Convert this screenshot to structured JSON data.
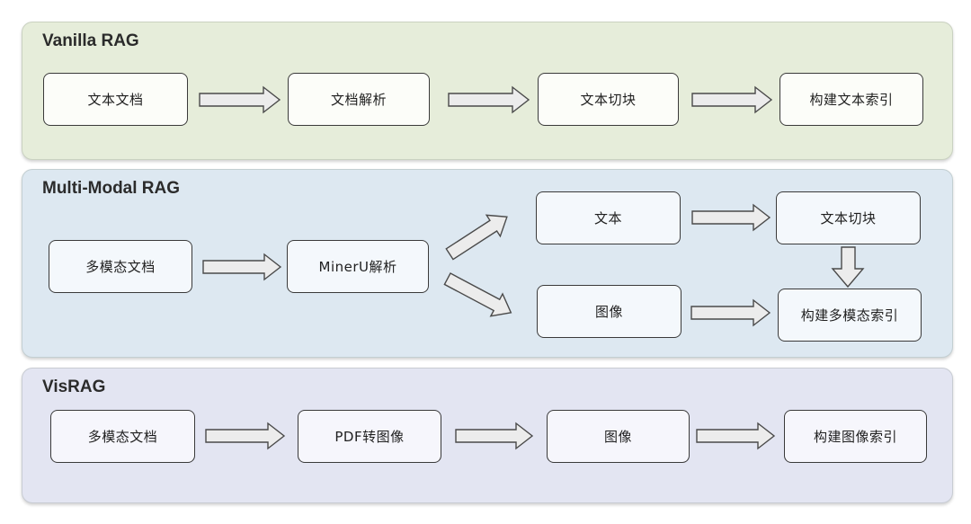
{
  "colors": {
    "vanilla_bg": "#e6edda",
    "multimodal_bg": "#dde8f1",
    "visrag_bg": "#e3e5f2",
    "node_bg_vanilla": "#fcfdf9",
    "node_bg_multimodal": "#f4f8fc",
    "node_bg_visrag": "#f6f6fc",
    "node_border": "#3a3a3a",
    "arrow_fill": "#ececec",
    "arrow_stroke": "#4a4a4a"
  },
  "panels": {
    "vanilla": {
      "title": "Vanilla RAG",
      "nodes": {
        "text_doc": "文本文档",
        "doc_parse": "文档解析",
        "text_chunk": "文本切块",
        "build_text_index": "构建文本索引"
      }
    },
    "multimodal": {
      "title": "Multi-Modal RAG",
      "nodes": {
        "mm_doc": "多模态文档",
        "mineru_parse": "MinerU解析",
        "text": "文本",
        "image": "图像",
        "text_chunk": "文本切块",
        "build_mm_index": "构建多模态索引"
      }
    },
    "visrag": {
      "title": "VisRAG",
      "nodes": {
        "mm_doc": "多模态文档",
        "pdf_to_image": "PDF转图像",
        "image": "图像",
        "build_image_index": "构建图像索引"
      }
    }
  }
}
